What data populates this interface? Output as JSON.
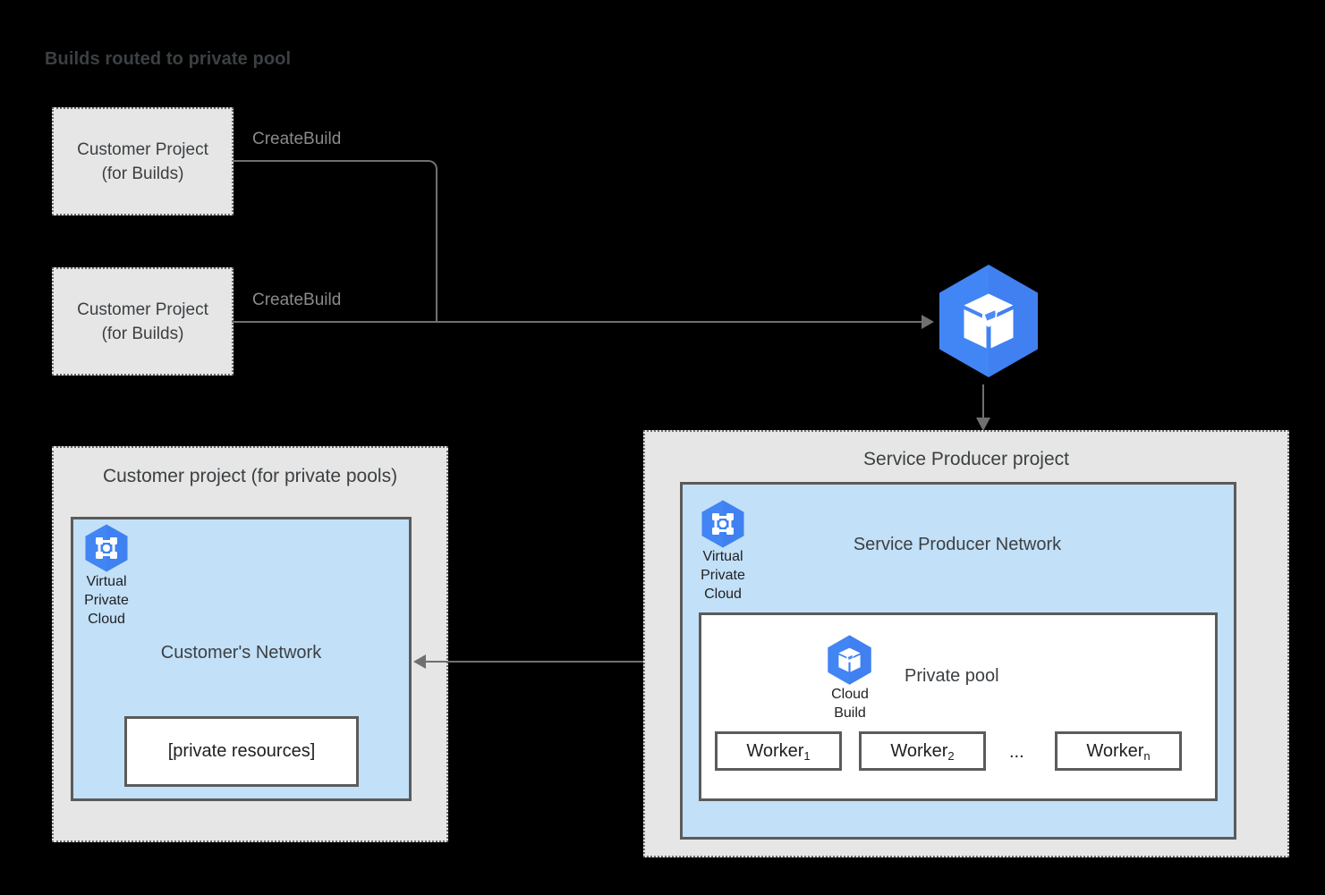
{
  "title": "Builds routed to private pool",
  "colors": {
    "background": "#000000",
    "project_fill": "#e6e6e6",
    "project_border": "#6b6b6b",
    "network_fill": "#c2e0f7",
    "network_border": "#5b5b5b",
    "connector": "#707070",
    "google_blue": "#4285f4",
    "title_text": "#3c4043",
    "edge_label_text": "#8a8a8a"
  },
  "left_flow": {
    "boxes": [
      {
        "line1": "Customer Project",
        "line2": "(for Builds)"
      },
      {
        "line1": "Customer Project",
        "line2": "(for Builds)"
      }
    ],
    "edge_labels": [
      "CreateBuild",
      "CreateBuild"
    ]
  },
  "cloud_build_service": {
    "icon": "cloud-build-icon"
  },
  "customer_project": {
    "heading": "Customer project (for private pools)",
    "vpc_icon_caption": [
      "Virtual",
      "Private",
      "Cloud"
    ],
    "network_label": "Customer's Network",
    "resources_label": "[private resources]"
  },
  "service_producer": {
    "heading": "Service Producer project",
    "vpc_icon_caption": [
      "Virtual",
      "Private",
      "Cloud"
    ],
    "network_label": "Service Producer Network",
    "private_pool": {
      "label": "Private pool",
      "icon_caption": [
        "Cloud",
        "Build"
      ],
      "workers": [
        {
          "name": "Worker",
          "subscript": "1"
        },
        {
          "name": "Worker",
          "subscript": "2"
        },
        {
          "name": "Worker",
          "subscript": "n"
        }
      ],
      "ellipsis": "..."
    }
  },
  "peering": {
    "direction": "bidirectional"
  }
}
